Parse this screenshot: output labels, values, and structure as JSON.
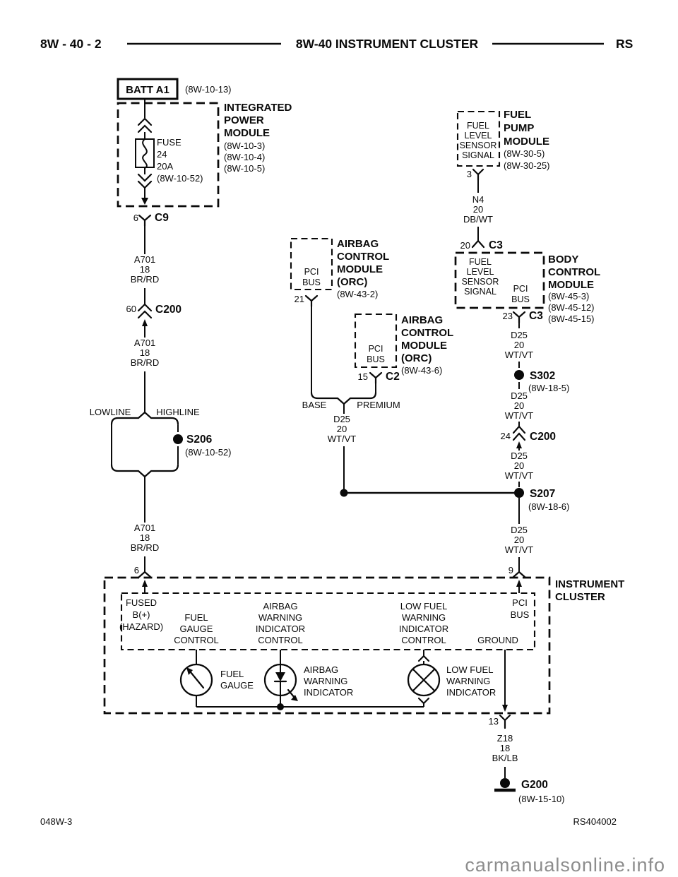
{
  "header": {
    "page": "8W - 40 - 2",
    "title": "8W-40 INSTRUMENT CLUSTER",
    "platform": "RS"
  },
  "footer": {
    "left": "048W-3",
    "right": "RS404002",
    "watermark": "carmanualsonline.info"
  },
  "colors": {
    "ink": "#0a0a0a",
    "paper": "#ffffff",
    "watermark_gray": "#8d8d8d"
  },
  "icons": {
    "fuse": "fuse-squiggle-symbol",
    "fuel_gauge": "dial-needle-gauge-icon",
    "airbag_indicator": "led-diode-icon",
    "low_fuel_indicator": "lamp-x-icon",
    "ground": "ground-stud-icon",
    "splice": "filled-dot-splice",
    "connector": "chevron-connector"
  },
  "battery": {
    "name": "BATT A1",
    "ref": "(8W-10-13)"
  },
  "ipm": {
    "title": [
      "INTEGRATED",
      "POWER",
      "MODULE"
    ],
    "refs": [
      "(8W-10-3)",
      "(8W-10-4)",
      "(8W-10-5)"
    ],
    "fuse": [
      "FUSE",
      "24",
      "20A",
      "(8W-10-52)"
    ]
  },
  "connectors": {
    "c9": {
      "pin": "6",
      "name": "C9"
    },
    "c200_a": {
      "pin": "60",
      "name": "C200"
    },
    "c200_b": {
      "pin": "24",
      "name": "C200"
    },
    "c2": {
      "pin": "15",
      "name": "C2"
    },
    "c3_in": {
      "pin": "20",
      "name": "C3"
    },
    "c3_out": {
      "pin": "23",
      "name": "C3"
    },
    "acm1_pin": "21",
    "fpm_pin": "3",
    "cluster_pin_batt": "6",
    "cluster_pin_pci": "9",
    "cluster_pin_gnd": "13"
  },
  "wires": {
    "a701_1": [
      "A701",
      "18",
      "BR/RD"
    ],
    "a701_2": [
      "A701",
      "18",
      "BR/RD"
    ],
    "a701_3": [
      "A701",
      "18",
      "BR/RD"
    ],
    "n4": [
      "N4",
      "20",
      "DB/WT"
    ],
    "d25_base": [
      "D25",
      "20",
      "WT/VT"
    ],
    "d25_1": [
      "D25",
      "20",
      "WT/VT"
    ],
    "d25_2": [
      "D25",
      "20",
      "WT/VT"
    ],
    "d25_3": [
      "D25",
      "20",
      "WT/VT"
    ],
    "d25_4": [
      "D25",
      "20",
      "WT/VT"
    ],
    "z18": [
      "Z18",
      "18",
      "BK/LB"
    ]
  },
  "splices": {
    "s206": {
      "name": "S206",
      "ref": "(8W-10-52)"
    },
    "s302": {
      "name": "S302",
      "ref": "(8W-18-5)"
    },
    "s207": {
      "name": "S207",
      "ref": "(8W-18-6)"
    },
    "g200": {
      "name": "G200",
      "ref": "(8W-15-10)"
    }
  },
  "branch_labels": {
    "lowline": "LOWLINE",
    "highline": "HIGHLINE",
    "base": "BASE",
    "premium": "PREMIUM"
  },
  "acm1": {
    "bus": [
      "PCI",
      "BUS"
    ],
    "title": [
      "AIRBAG",
      "CONTROL",
      "MODULE",
      "(ORC)"
    ],
    "ref": "(8W-43-2)"
  },
  "acm2": {
    "bus": [
      "PCI",
      "BUS"
    ],
    "title": [
      "AIRBAG",
      "CONTROL",
      "MODULE",
      "(ORC)"
    ],
    "ref": "(8W-43-6)"
  },
  "fpm": {
    "signal": [
      "FUEL",
      "LEVEL",
      "SENSOR",
      "SIGNAL"
    ],
    "title": [
      "FUEL",
      "PUMP",
      "MODULE"
    ],
    "refs": [
      "(8W-30-5)",
      "(8W-30-25)"
    ]
  },
  "bcm": {
    "signal": [
      "FUEL",
      "LEVEL",
      "SENSOR",
      "SIGNAL"
    ],
    "bus": [
      "PCI",
      "BUS"
    ],
    "title": [
      "BODY",
      "CONTROL",
      "MODULE"
    ],
    "refs": [
      "(8W-45-3)",
      "(8W-45-12)",
      "(8W-45-15)"
    ]
  },
  "cluster": {
    "title": [
      "INSTRUMENT",
      "CLUSTER"
    ],
    "fused": [
      "FUSED",
      "B(+)",
      "(HAZARD)"
    ],
    "fuel_gauge_ctrl": [
      "FUEL",
      "GAUGE",
      "CONTROL"
    ],
    "airbag_ctrl": [
      "AIRBAG",
      "WARNING",
      "INDICATOR",
      "CONTROL"
    ],
    "lowfuel_ctrl": [
      "LOW FUEL",
      "WARNING",
      "INDICATOR",
      "CONTROL"
    ],
    "pci": [
      "PCI",
      "BUS"
    ],
    "ground": "GROUND",
    "fuel_gauge": [
      "FUEL",
      "GAUGE"
    ],
    "airbag_ind": [
      "AIRBAG",
      "WARNING",
      "INDICATOR"
    ],
    "lowfuel_ind": [
      "LOW FUEL",
      "WARNING",
      "INDICATOR"
    ]
  }
}
